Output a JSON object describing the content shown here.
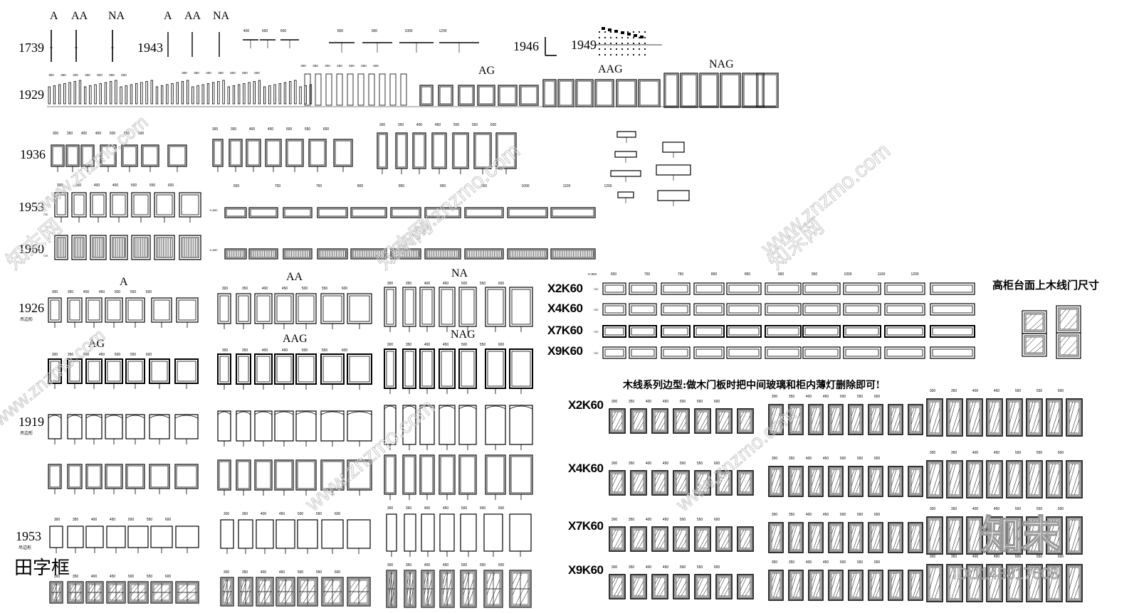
{
  "row_labels": {
    "r1739": "1739",
    "r1943": "1943",
    "r1946": "1946",
    "r1949": "1949",
    "r1929": "1929",
    "r1936": "1936",
    "r1953a": "1953",
    "r1960": "1960",
    "r1926": "1926",
    "r1919": "1919",
    "r1953b": "1953",
    "sub_flat": "吊边形"
  },
  "group_headers": {
    "a1": "A",
    "aa1": "AA",
    "na1": "NA",
    "a2": "A",
    "aa2": "AA",
    "na2": "NA",
    "ag1": "AG",
    "aag1": "AAG",
    "nag1": "NAG",
    "a3": "A",
    "aa3": "AA",
    "na3": "NA",
    "ag2": "AG",
    "aag2": "AAG",
    "nag2": "NAG"
  },
  "codes": {
    "x2a": "X2K60",
    "x4a": "X4K60",
    "x7a": "X7K60",
    "x9a": "X9K60",
    "x2b": "X2K60",
    "x4b": "X4K60",
    "x7b": "X7K60",
    "x9b": "X9K60"
  },
  "titles": {
    "tall_cabinet": "高柜台面上木线门尺寸",
    "wood_line_note": "木线系列边型:做木门板时把中间玻璃和柜内薄灯删除即可!",
    "tianzi": "田字框"
  },
  "dimensions": {
    "set_a": [
      "300",
      "350",
      "400",
      "450",
      "500",
      "550",
      "600"
    ],
    "set_wide": [
      "650",
      "700",
      "750",
      "800",
      "850",
      "900",
      "950",
      "1000",
      "1100",
      "1200"
    ],
    "set_1949": [
      "400",
      "500",
      "600"
    ],
    "set_1946": [
      "800",
      "900",
      "1000",
      "1200"
    ],
    "height": "720",
    "hl_label": "H-850"
  },
  "watermark": {
    "site": "www.znzmo.com",
    "brand_cn": "知末网",
    "logo": "知末",
    "id": "ID:1148817608"
  }
}
